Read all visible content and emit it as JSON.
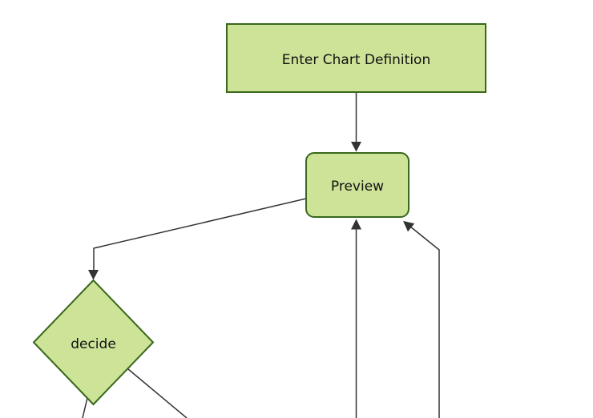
{
  "diagram": {
    "type": "flowchart",
    "orientation": "top-down",
    "nodes": [
      {
        "id": "enter-chart-definition",
        "label": "Enter Chart Definition",
        "shape": "rectangle"
      },
      {
        "id": "preview",
        "label": "Preview",
        "shape": "rounded-rectangle"
      },
      {
        "id": "decide",
        "label": "decide",
        "shape": "diamond"
      }
    ],
    "edges": [
      {
        "from": "enter-chart-definition",
        "to": "preview",
        "arrowhead_visible": true
      },
      {
        "from": "preview",
        "to": "decide",
        "arrowhead_visible": true
      },
      {
        "from": "offscreen-bottom-center",
        "to": "preview",
        "arrowhead_visible": true
      },
      {
        "from": "offscreen-bottom-right",
        "to": "preview",
        "arrowhead_visible": true
      },
      {
        "from": "decide",
        "to": "offscreen-bottom-left",
        "arrowhead_visible": false
      },
      {
        "from": "decide",
        "to": "offscreen-bottom-right",
        "arrowhead_visible": false
      }
    ]
  },
  "colors": {
    "background": "#ffffff",
    "node_fill": "#cde498",
    "node_border": "#38681c",
    "edge": "#333333",
    "label_text": "#111111"
  }
}
